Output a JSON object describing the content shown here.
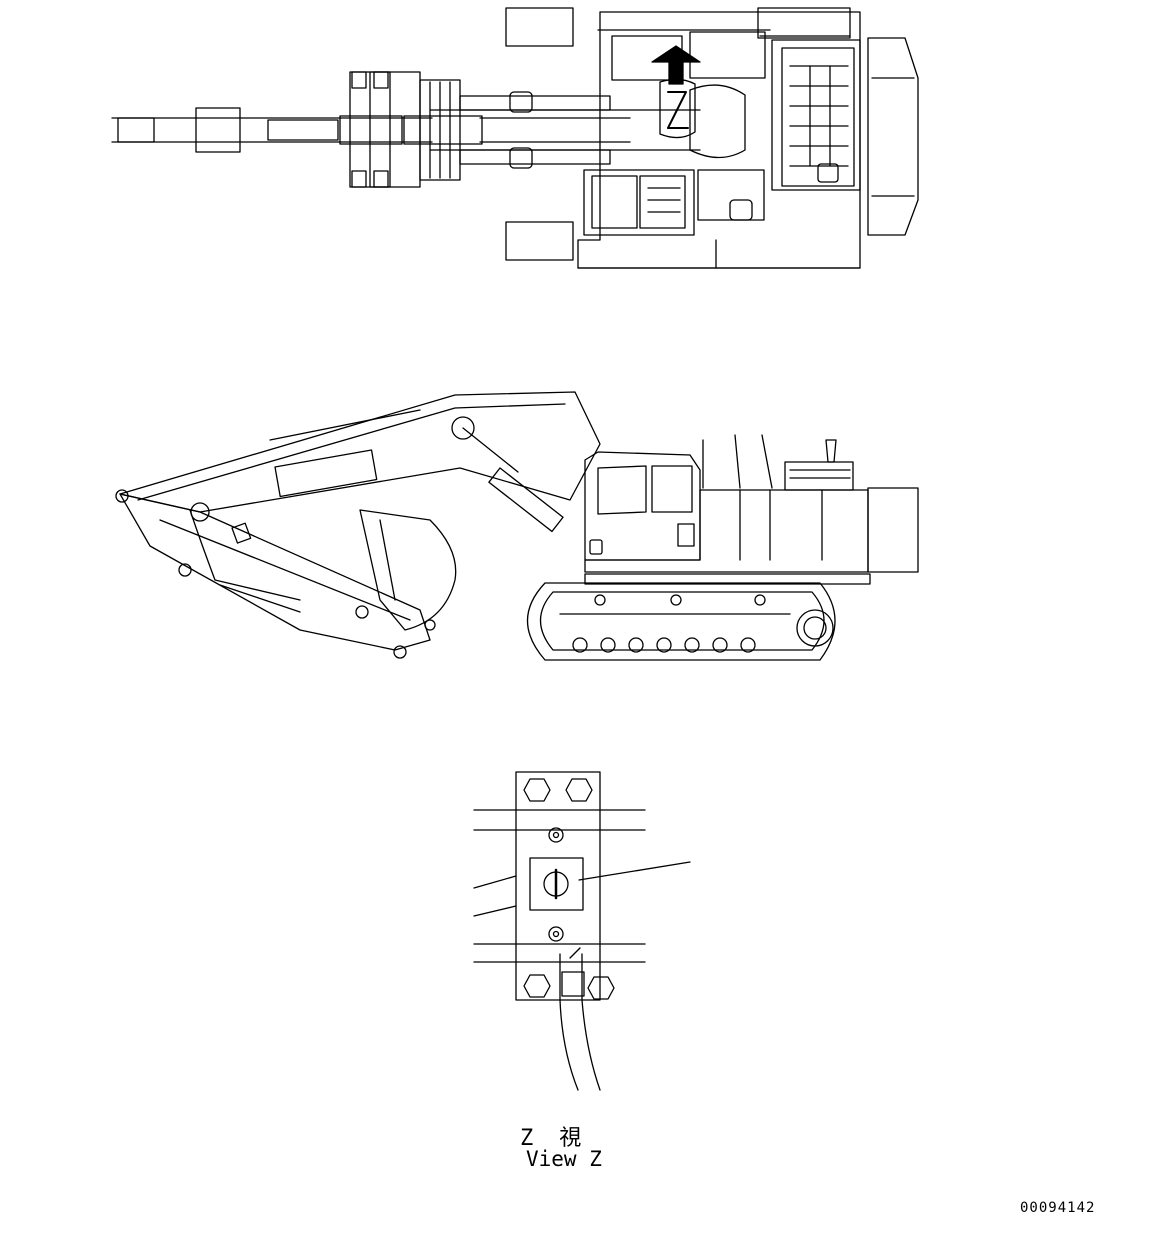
{
  "top_view": {
    "marker_letter": "Z"
  },
  "detail": {
    "caption_jp": "Z　視",
    "caption_en": "View Z"
  },
  "drawing_number": "00094142"
}
